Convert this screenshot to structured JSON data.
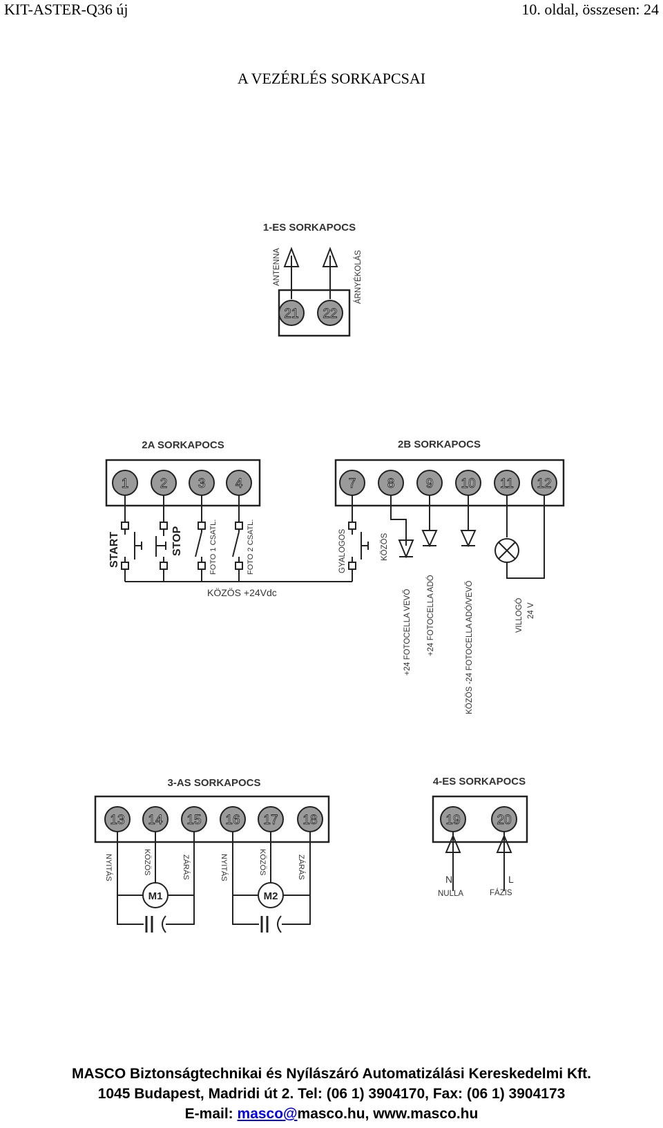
{
  "header": {
    "left": "KIT-ASTER-Q36 új",
    "right": "10. oldal, összesen: 24"
  },
  "title": "A VEZÉRLÉS SORKAPCSAI",
  "diagram": {
    "block1": {
      "title": "1-ES SORKAPOCS",
      "terminals": [
        "21",
        "22"
      ],
      "labels": {
        "antenna": "ANTENNA",
        "shield": "ÁRNYÉKOLÁS"
      }
    },
    "block2a": {
      "title": "2A SORKAPOCS",
      "terminals": [
        "1",
        "2",
        "3",
        "4"
      ],
      "labels": {
        "start": "START",
        "stop": "STOP",
        "foto1": "FOTO 1 CSATL.",
        "foto2": "FOTO 2 CSATL.",
        "common": "KÖZÖS +24Vdc"
      }
    },
    "block2b": {
      "title": "2B SORKAPOCS",
      "terminals": [
        "7",
        "8",
        "9",
        "10",
        "11",
        "12"
      ],
      "labels": {
        "pedestrian": "GYALOGOS",
        "common": "KÖZÖS",
        "rx": "+24 FOTOCELLA VEVŐ",
        "tx": "+24 FOTOCELLA ADÓ",
        "common_rx_tx": "KÖZÖS -24 FOTOCELLA ADÓ/VEVŐ",
        "lamp": "VILLOGÓ",
        "lamp_voltage": "24 V"
      }
    },
    "block3": {
      "title": "3-AS SORKAPOCS",
      "terminals": [
        "13",
        "14",
        "15",
        "16",
        "17",
        "18"
      ],
      "labels": {
        "open": "NYITÁS",
        "common": "KÖZÖS",
        "close": "ZÁRÁS",
        "m1": "M1",
        "m2": "M2"
      }
    },
    "block4": {
      "title": "4-ES SORKAPOCS",
      "terminals": [
        "19",
        "20"
      ],
      "labels": {
        "n": "N",
        "l": "L",
        "neutral": "NULLA",
        "phase": "FÁZIS"
      }
    }
  },
  "footer": {
    "line1": "MASCO Biztonságtechnikai és Nyílászáró Automatizálási Kereskedelmi Kft.",
    "line2": "1045 Budapest, Madridi út 2. Tel: (06 1) 3904170, Fax: (06 1) 3904173",
    "email_prefix": "E-mail: ",
    "email_link": "masco@",
    "email_rest": "masco.hu, www.masco.hu"
  }
}
